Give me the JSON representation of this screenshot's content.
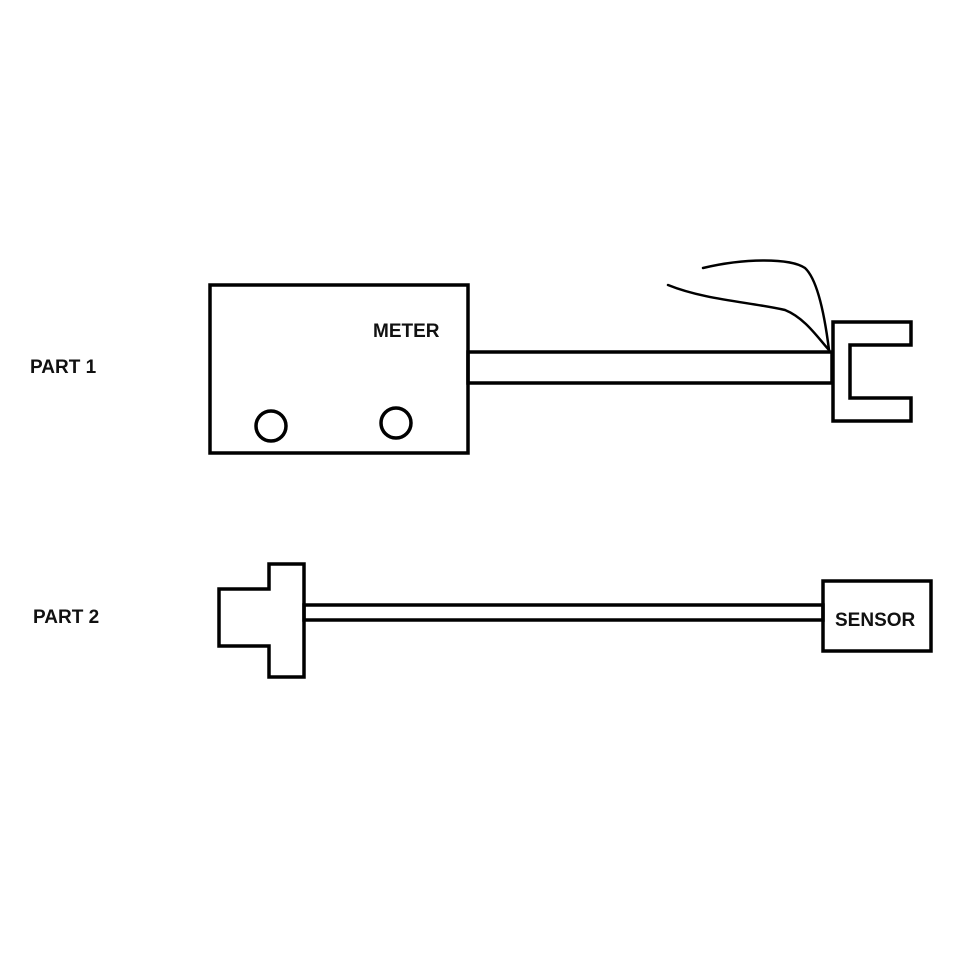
{
  "labels": {
    "part1": "PART 1",
    "part2": "PART 2",
    "meter": "METER",
    "sensor": "SENSOR"
  },
  "colors": {
    "line": "#000000",
    "background": "#ffffff",
    "text": "#111111"
  }
}
